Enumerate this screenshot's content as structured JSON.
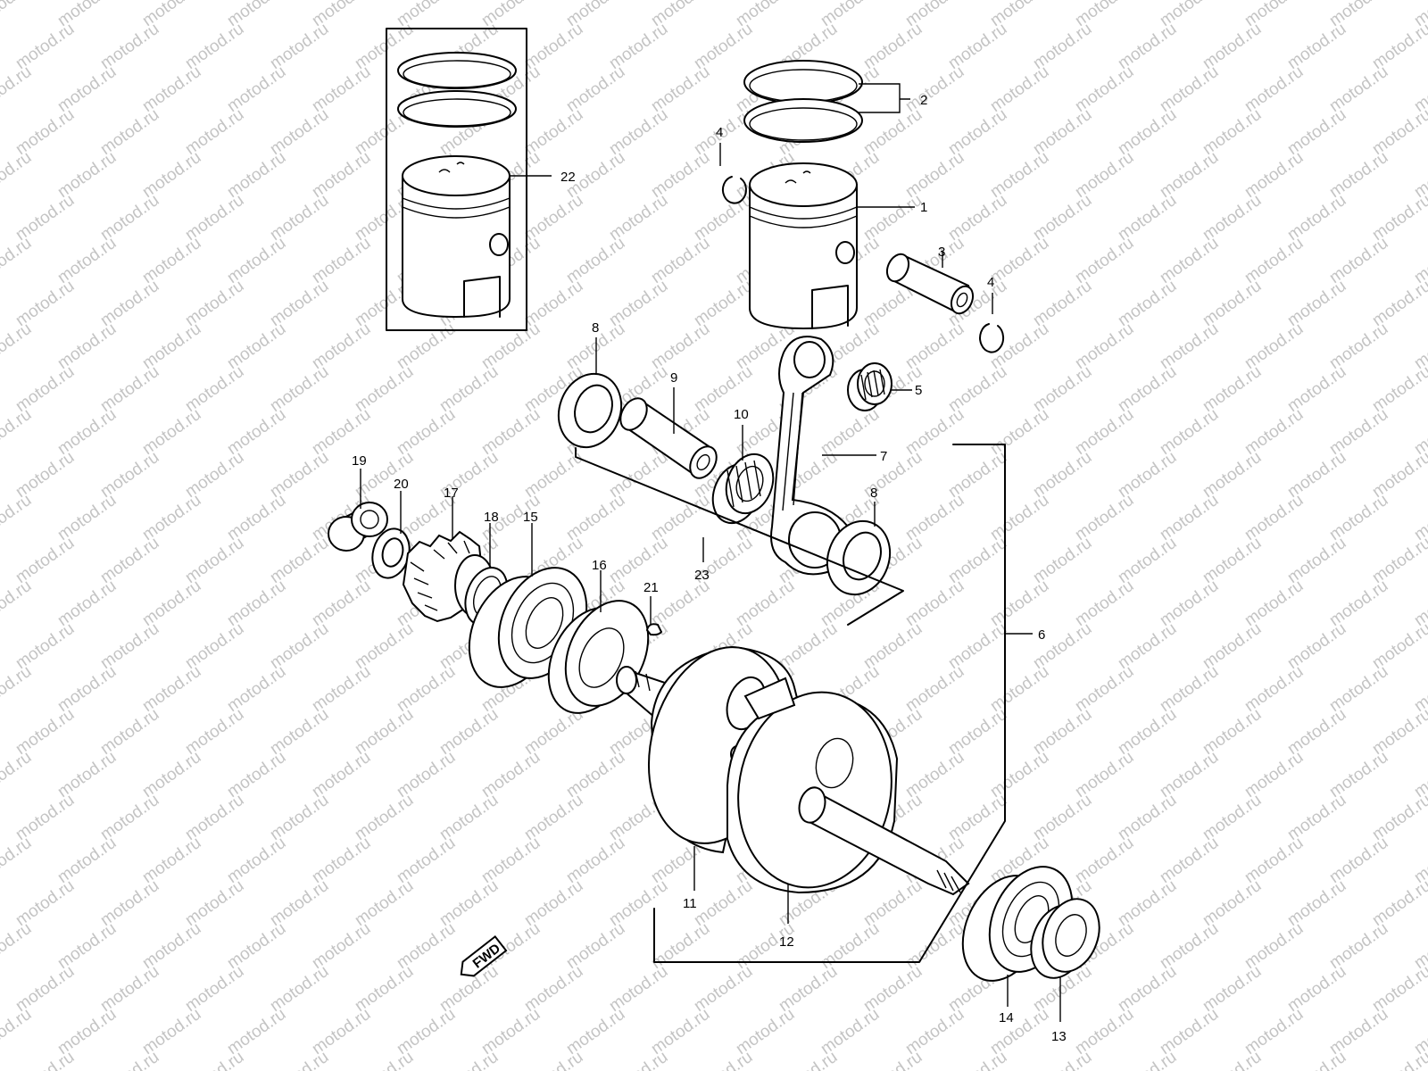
{
  "watermark": "motod.ru",
  "fwd_label": "FWD",
  "callouts": {
    "p1": "1",
    "p2": "2",
    "p3": "3",
    "p4a": "4",
    "p4b": "4",
    "p5": "5",
    "p6": "6",
    "p7": "7",
    "p8a": "8",
    "p8b": "8",
    "p9": "9",
    "p10": "10",
    "p11": "11",
    "p12": "12",
    "p13": "13",
    "p14": "14",
    "p15": "15",
    "p16": "16",
    "p17": "17",
    "p18": "18",
    "p19": "19",
    "p20": "20",
    "p21": "21",
    "p22": "22",
    "p23": "23"
  }
}
